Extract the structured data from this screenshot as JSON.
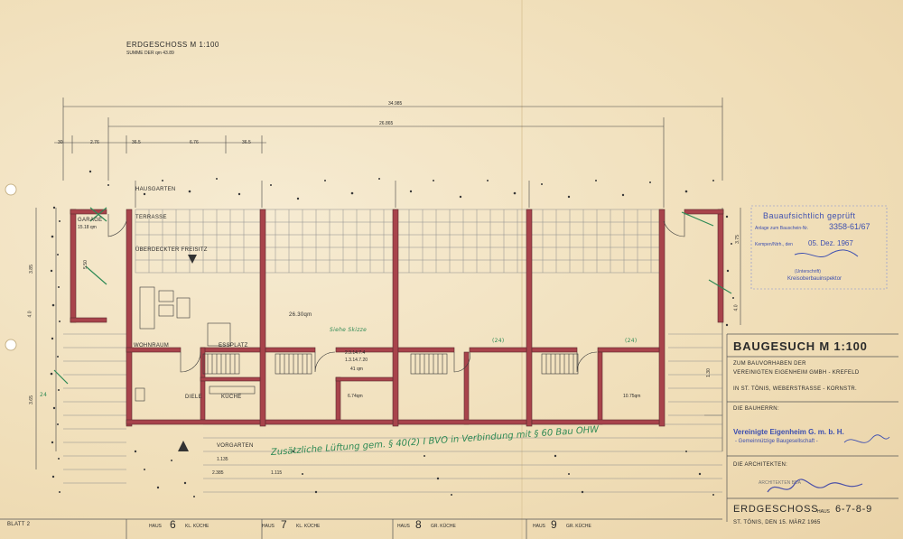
{
  "title": {
    "main": "ERDGESCHOSS M 1:100",
    "sub": "SUMME DER qm 43.89"
  },
  "dimensions": {
    "overall": "34.985",
    "inner": "26.865",
    "seg1": "30",
    "seg2": "2.76",
    "seg3": "36.5",
    "seg4": "6.76",
    "seg5": "36.5",
    "left1": "3.85",
    "left2": "5.50",
    "left3": "4.0",
    "left4": "3.65",
    "right1": "3.75",
    "right2": "4.0",
    "right3": "1.30",
    "bottom1": "1.135",
    "bottom2": "2.385",
    "bottom3": "1.115"
  },
  "rooms": {
    "hausgarten": "HAUSGARTEN",
    "garage": "GARAGE",
    "garage_area": "15.18 qm",
    "terrasse": "TERRASSE",
    "freisitz": "ÜBERDECKTER FREISITZ",
    "wohnraum": "WOHNRAUM",
    "essplatz": "ESSPLATZ",
    "diele": "DIELE",
    "kueche": "KÜCHE",
    "vorgarten": "VORGARTEN",
    "area_26": "26.30qm",
    "area_6": "6.74qm",
    "area_10": "10.75qm",
    "calc1": "2.3.14.7.4",
    "calc2": "1.3.14.7.20",
    "calc3": "41 qm",
    "room24a": "(24)",
    "room24b": "(24)"
  },
  "annotations": {
    "siehe": "Siehe Skizze",
    "mark": "24",
    "lueftung": "Zusätzliche Lüftung gem. § 40(2) I BVO in Verbindung mit § 60 Bau OHW"
  },
  "stamp": {
    "title": "Bauaufsichtlich geprüft",
    "anlage_label": "Anlage zum Bauschein-Nr.",
    "anlage_nr": "3358-61/67",
    "kempen_label": "Kempen/Ntrh., den",
    "date": "05. Dez. 1967",
    "role": "(Unterschrift)",
    "office": "Kreisoberbauinspektor"
  },
  "title_block": {
    "baugesuch": "BAUGESUCH M 1:100",
    "line1": "ZUM BAUVORHABEN DER",
    "line2": "VEREINIGTEN EIGENHEIM GMBH - KREFELD",
    "line3": "IN ST. TÖNIS, WEBERSTRASSE - KORNSTR.",
    "bauherrn": "DIE BAUHERRN:",
    "firm1": "Vereinigte Eigenheim G. m. b. H.",
    "firm2": "- Gemeinnützige Baugesellschaft -",
    "architekten": "DIE ARCHITEKTEN:",
    "arch_line": "ARCHITEKTEN BDA",
    "erdgeschoss": "ERDGESCHOSS",
    "haus_label": "HAUS",
    "haus_numbers": "6-7-8-9",
    "date_line": "ST. TÖNIS, DEN 15. MÄRZ 1965"
  },
  "footer": {
    "blatt": "BLATT 2",
    "haus6_label": "HAUS",
    "haus6_num": "6",
    "haus6_type": "KL. KÜCHE",
    "haus7_label": "HAUS",
    "haus7_num": "7",
    "haus7_type": "KL. KÜCHE",
    "haus8_label": "HAUS",
    "haus8_num": "8",
    "haus8_type": "GR. KÜCHE",
    "haus9_label": "HAUS",
    "haus9_num": "9",
    "haus9_type": "GR. KÜCHE"
  },
  "colors": {
    "wall": "#a8434b",
    "ink": "#3a3a3a",
    "green_ink": "#2f8a55",
    "stamp_ink": "#3d4fb0"
  }
}
